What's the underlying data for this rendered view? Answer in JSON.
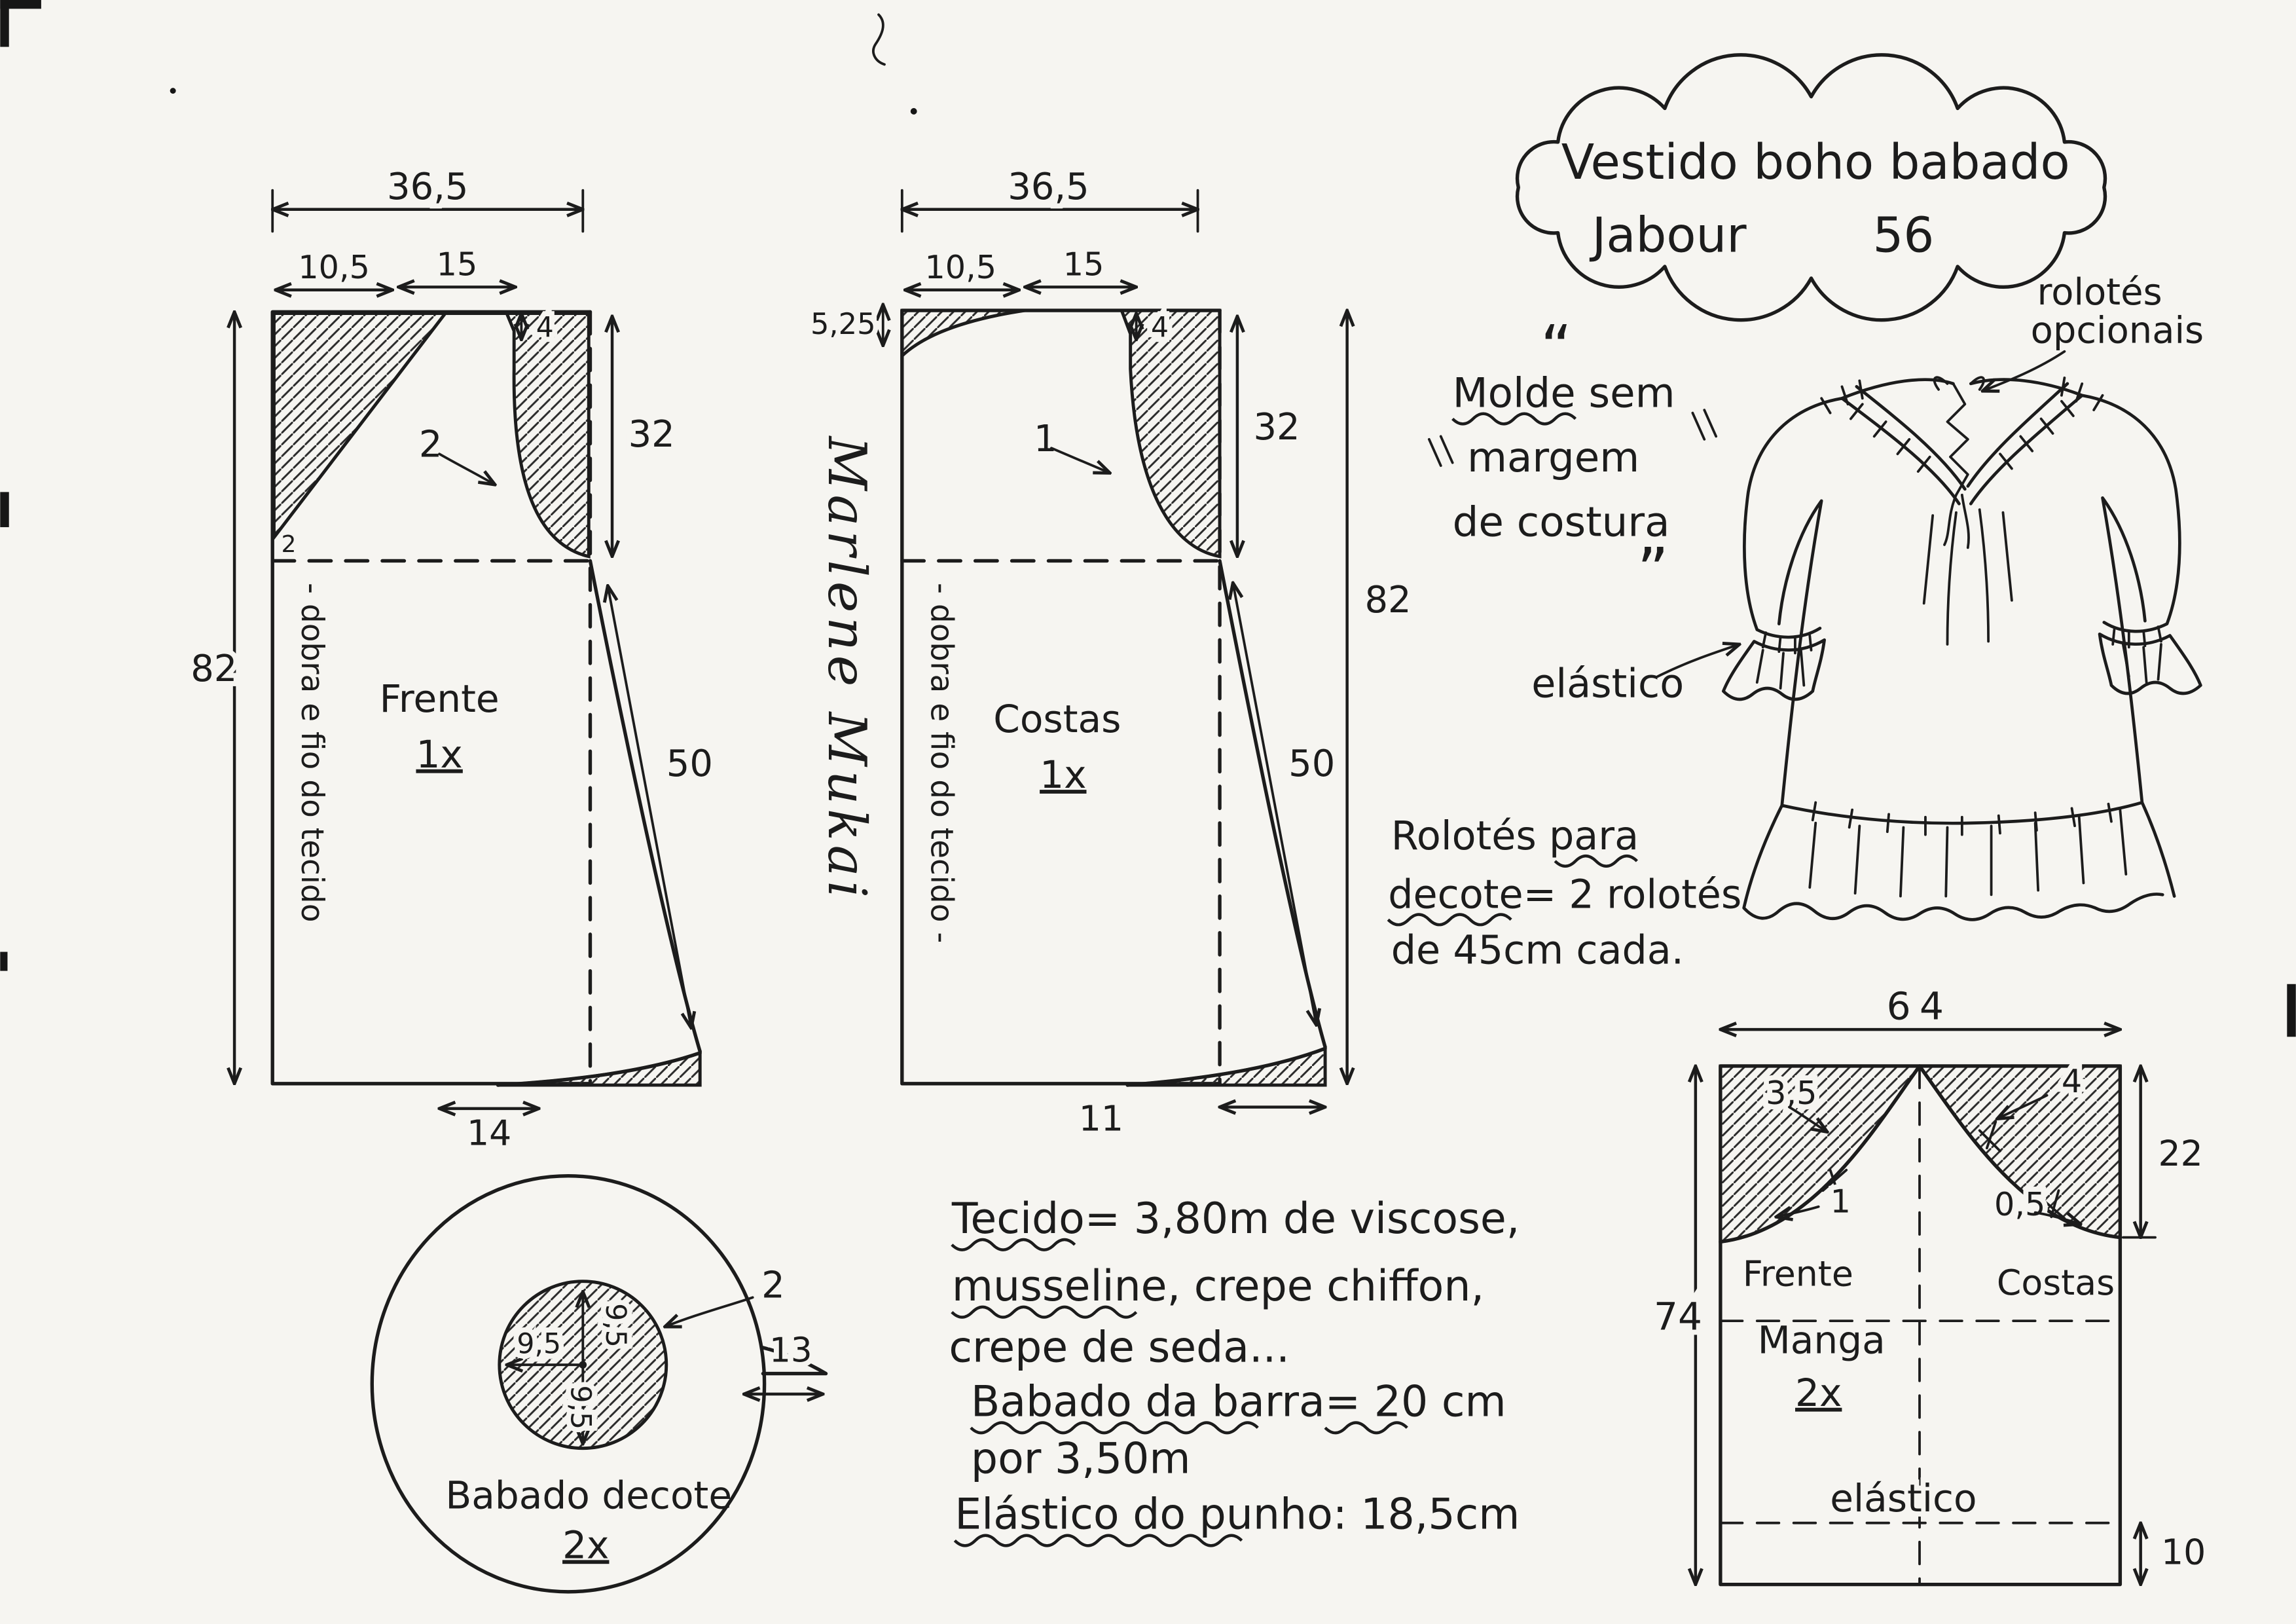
{
  "page": {
    "bg": "#f6f5f1",
    "ink": "#1c1c1c"
  },
  "title": {
    "line1": "Vestido boho babado",
    "word1": "Jabour",
    "word2": "56"
  },
  "molde_note": {
    "quote_open": "“",
    "quote_close": "”",
    "l1": "Molde sem",
    "l2": "margem",
    "l3": "de costura"
  },
  "front": {
    "name": "Frente",
    "qty": "1x",
    "grain": "- dobra e fio do tecido",
    "width": "36,5",
    "shoulder": "10,5",
    "neck": "15",
    "notch": "4",
    "curve_mark": "2",
    "side_mark": "2",
    "armhole_depth": "32",
    "length": "82",
    "flare": "50",
    "hem_ext": "14"
  },
  "back": {
    "name": "Costas",
    "qty": "1x",
    "grain": "- dobra e fio do tecido -",
    "width": "36,5",
    "shoulder": "10,5",
    "neck": "15",
    "neck_drop": "5,25",
    "notch": "4",
    "curve_mark": "1",
    "armhole_depth": "32",
    "length": "82",
    "flare": "50",
    "hem_ext": "11"
  },
  "signature": "Marlene Mukai",
  "dress": {
    "ann_rolotes_1": "rolotés",
    "ann_rolotes_2": "opcionais",
    "ann_elastic": "elástico"
  },
  "rolotes_note": {
    "l1": "Rolotés para",
    "l2": "decote= 2 rolotés",
    "l3": "de 45cm cada."
  },
  "babado": {
    "name": "Babado decote",
    "qty": "2x",
    "radius_left": "9,5",
    "radius_top": "9,5",
    "radius_bottom": "9,5",
    "opening": "13",
    "curve_mark": "2"
  },
  "fabric": {
    "l1": "Tecido= 3,80m de viscose,",
    "l2": "musseline, crepe chiffon,",
    "l3": "crepe de seda...",
    "l4": "Babado da barra= 20 cm",
    "l5": "por 3,50m",
    "l6": "Elástico do punho: 18,5cm"
  },
  "sleeve": {
    "name": "Manga",
    "qty": "2x",
    "width": "64",
    "height": "74",
    "cap_height": "22",
    "front": "Frente",
    "back": "Costas",
    "m35": "3,5",
    "m4": "4",
    "m1": "1",
    "m05": "0,5",
    "elastic": "elástico",
    "hem_casing": "10"
  }
}
